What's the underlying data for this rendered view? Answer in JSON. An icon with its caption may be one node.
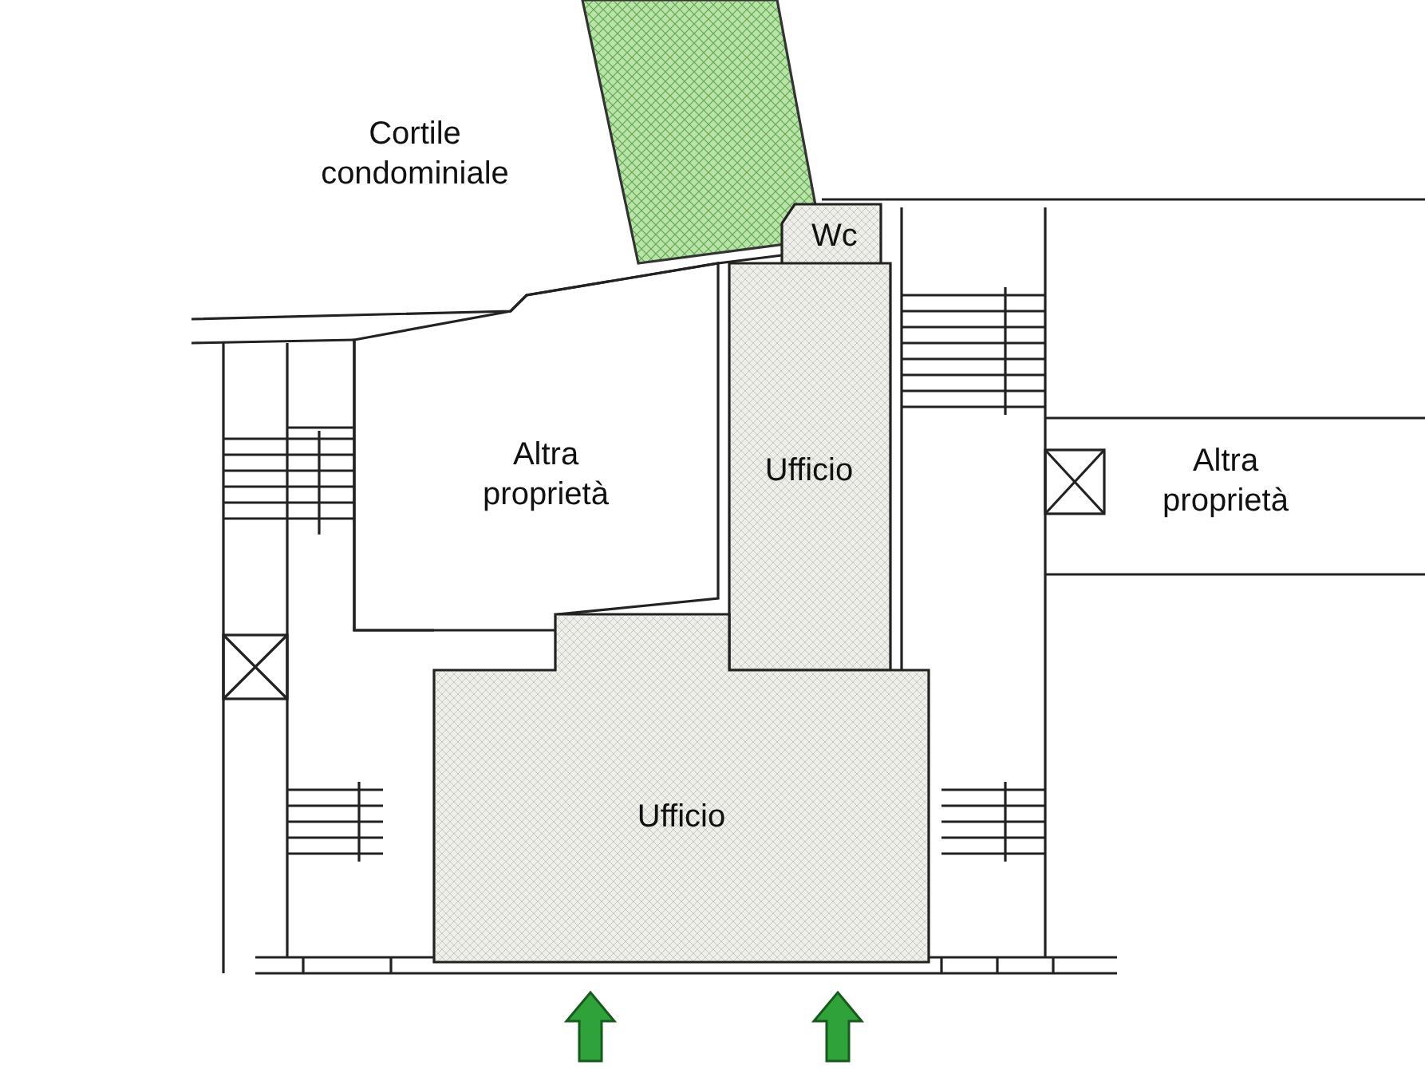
{
  "diagram": {
    "nodes": [
      {
        "text": [
          "Wc"
        ]
      },
      {
        "text": [
          "Altra proprietà"
        ]
      },
      {
        "text": [
          "Ufficio"
        ]
      },
      {
        "text": [
          "Ufficio"
        ]
      }
    ],
    "labels": [
      "Cortile condominiale",
      "Altra proprietà"
    ]
  }
}
